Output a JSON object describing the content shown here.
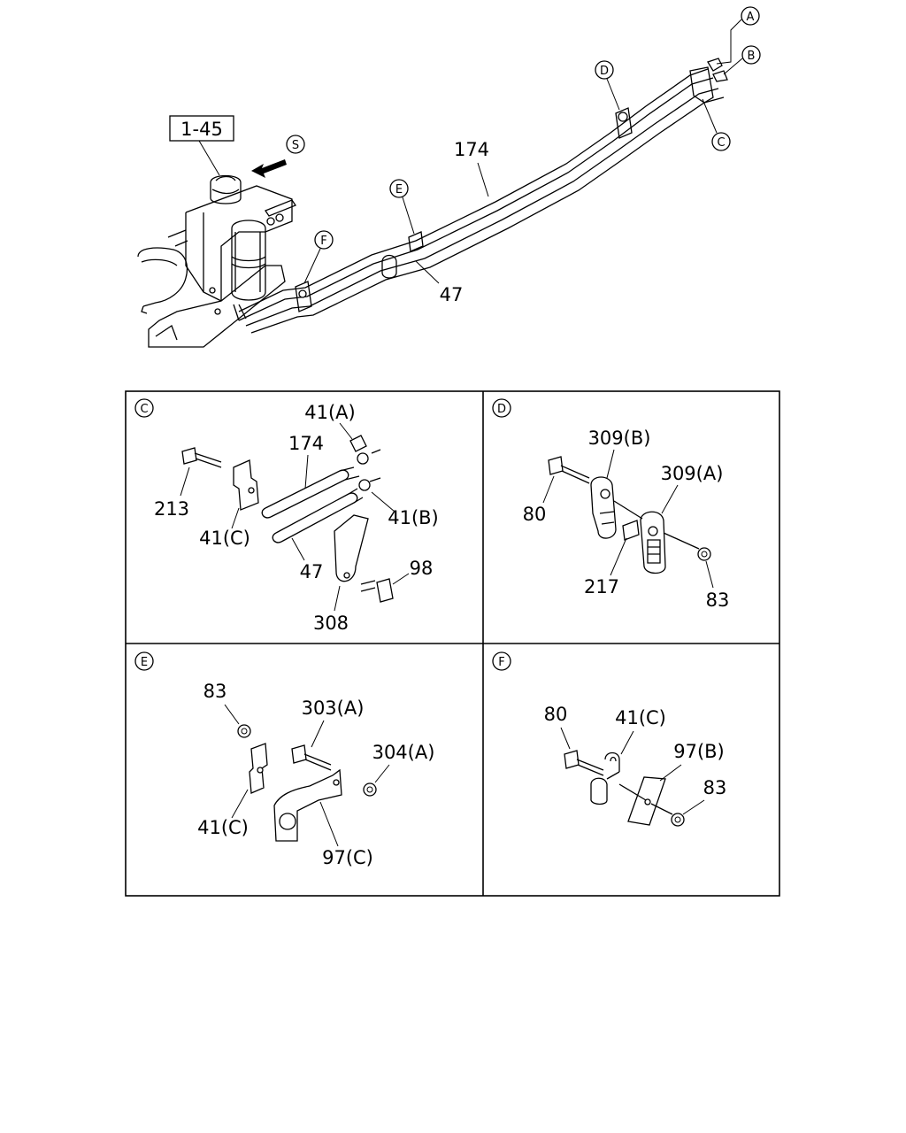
{
  "overview": {
    "ref_box": "1-45",
    "view_s": "S",
    "callouts": {
      "a": "A",
      "b": "B",
      "c": "C",
      "d": "D",
      "e": "E",
      "f": "F"
    },
    "pipe_174": "174",
    "pipe_47": "47"
  },
  "panels": {
    "c": {
      "letter": "C",
      "labels": {
        "p41a": "41(A)",
        "p174": "174",
        "p213": "213",
        "p41b": "41(B)",
        "p41c": "41(C)",
        "p47": "47",
        "p98": "98",
        "p308": "308"
      }
    },
    "d": {
      "letter": "D",
      "labels": {
        "p309b": "309(B)",
        "p309a": "309(A)",
        "p80": "80",
        "p217": "217",
        "p83": "83"
      }
    },
    "e": {
      "letter": "E",
      "labels": {
        "p83": "83",
        "p303a": "303(A)",
        "p304a": "304(A)",
        "p41c": "41(C)",
        "p97c": "97(C)"
      }
    },
    "f": {
      "letter": "F",
      "labels": {
        "p80": "80",
        "p41c": "41(C)",
        "p97b": "97(B)",
        "p83": "83"
      }
    }
  }
}
